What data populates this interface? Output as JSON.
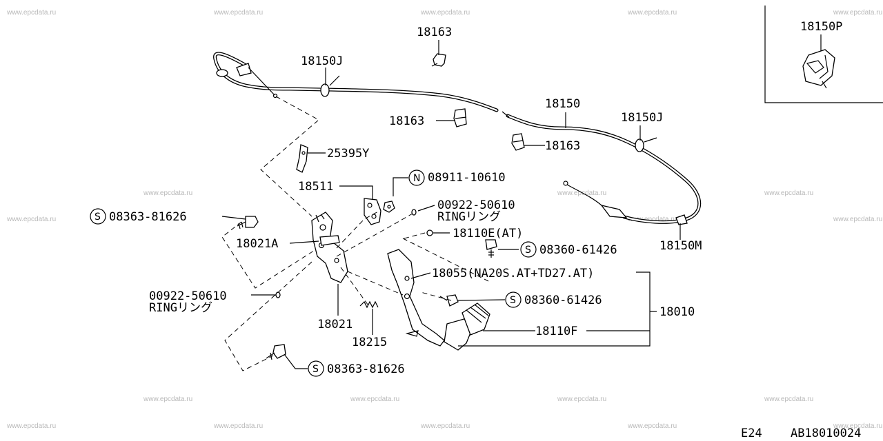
{
  "watermark": "www.epcdata.ru",
  "labels": {
    "p18163_top": "18163",
    "p18150J_left": "18150J",
    "p18163_mid": "18163",
    "p18150": "18150",
    "p18150J_right": "18150J",
    "p18163_right": "18163",
    "p25395Y": "25395Y",
    "p08911": "08911-10610",
    "p18511": "18511",
    "p00922_top": "00922-50610",
    "ring_top": "RINGリング",
    "p08363_top": "08363-81626",
    "p18021A": "18021A",
    "p18110E": "18110E(AT)",
    "p08360_top": "08360-61426",
    "p18150M": "18150M",
    "p18055": "18055(NA20S.AT+TD27.AT)",
    "p00922_bottom": "00922-50610",
    "ring_bottom": "RINGリング",
    "p08360_bottom": "08360-61426",
    "p18010": "18010",
    "p18021": "18021",
    "p18110F": "18110F",
    "p18215": "18215",
    "p08363_bottom": "08363-81626",
    "p18150P": "18150P"
  },
  "marks": {
    "s": "S",
    "n": "N"
  },
  "footer": {
    "section": "E24",
    "code": "AB18010024"
  }
}
